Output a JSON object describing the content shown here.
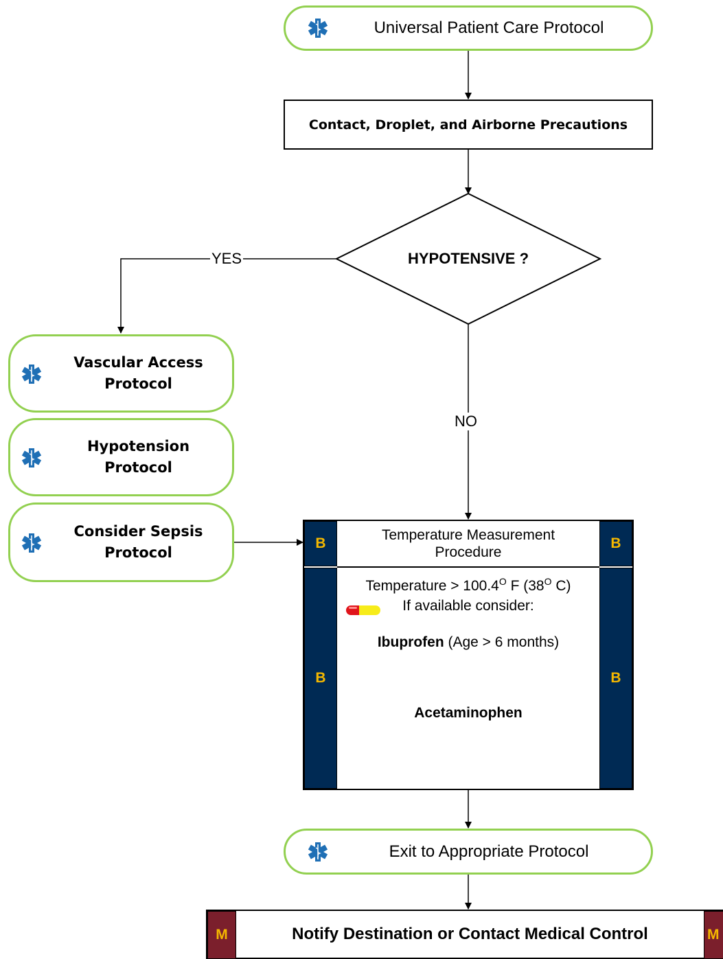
{
  "flow": {
    "start": "Universal Patient Care Protocol",
    "precautions": "Contact, Droplet, and Airborne Precautions",
    "decision": "HYPOTENSIVE ?",
    "yes_label": "YES",
    "no_label": "NO",
    "protocols": [
      {
        "line1": "Vascular Access",
        "line2": "Protocol"
      },
      {
        "line1": "Hypotension",
        "line2": "Protocol"
      },
      {
        "line1": "Consider Sepsis",
        "line2": "Protocol"
      }
    ],
    "temperature": {
      "title_line1": "Temperature Measurement",
      "title_line2": "Procedure",
      "level": "B",
      "criteria_prefix": "Temperature > 100.4",
      "criteria_sup1": "O",
      "criteria_mid": " F (38",
      "criteria_sup2": "O",
      "criteria_suffix": " C)",
      "consider": "If available consider:",
      "drug1_name": "Ibuprofen",
      "drug1_note": " (Age > 6 months)",
      "drug2_name": "Acetaminophen"
    },
    "exit": "Exit to Appropriate Protocol",
    "notify": "Notify Destination or Contact Medical Control",
    "notify_level": "M"
  },
  "colors": {
    "pill_border": "#92d050",
    "level_b_bg": "#002a54",
    "level_m_bg": "#7b1f2c",
    "level_text": "#f5b800",
    "star_of_life": "#1f6fb5"
  }
}
